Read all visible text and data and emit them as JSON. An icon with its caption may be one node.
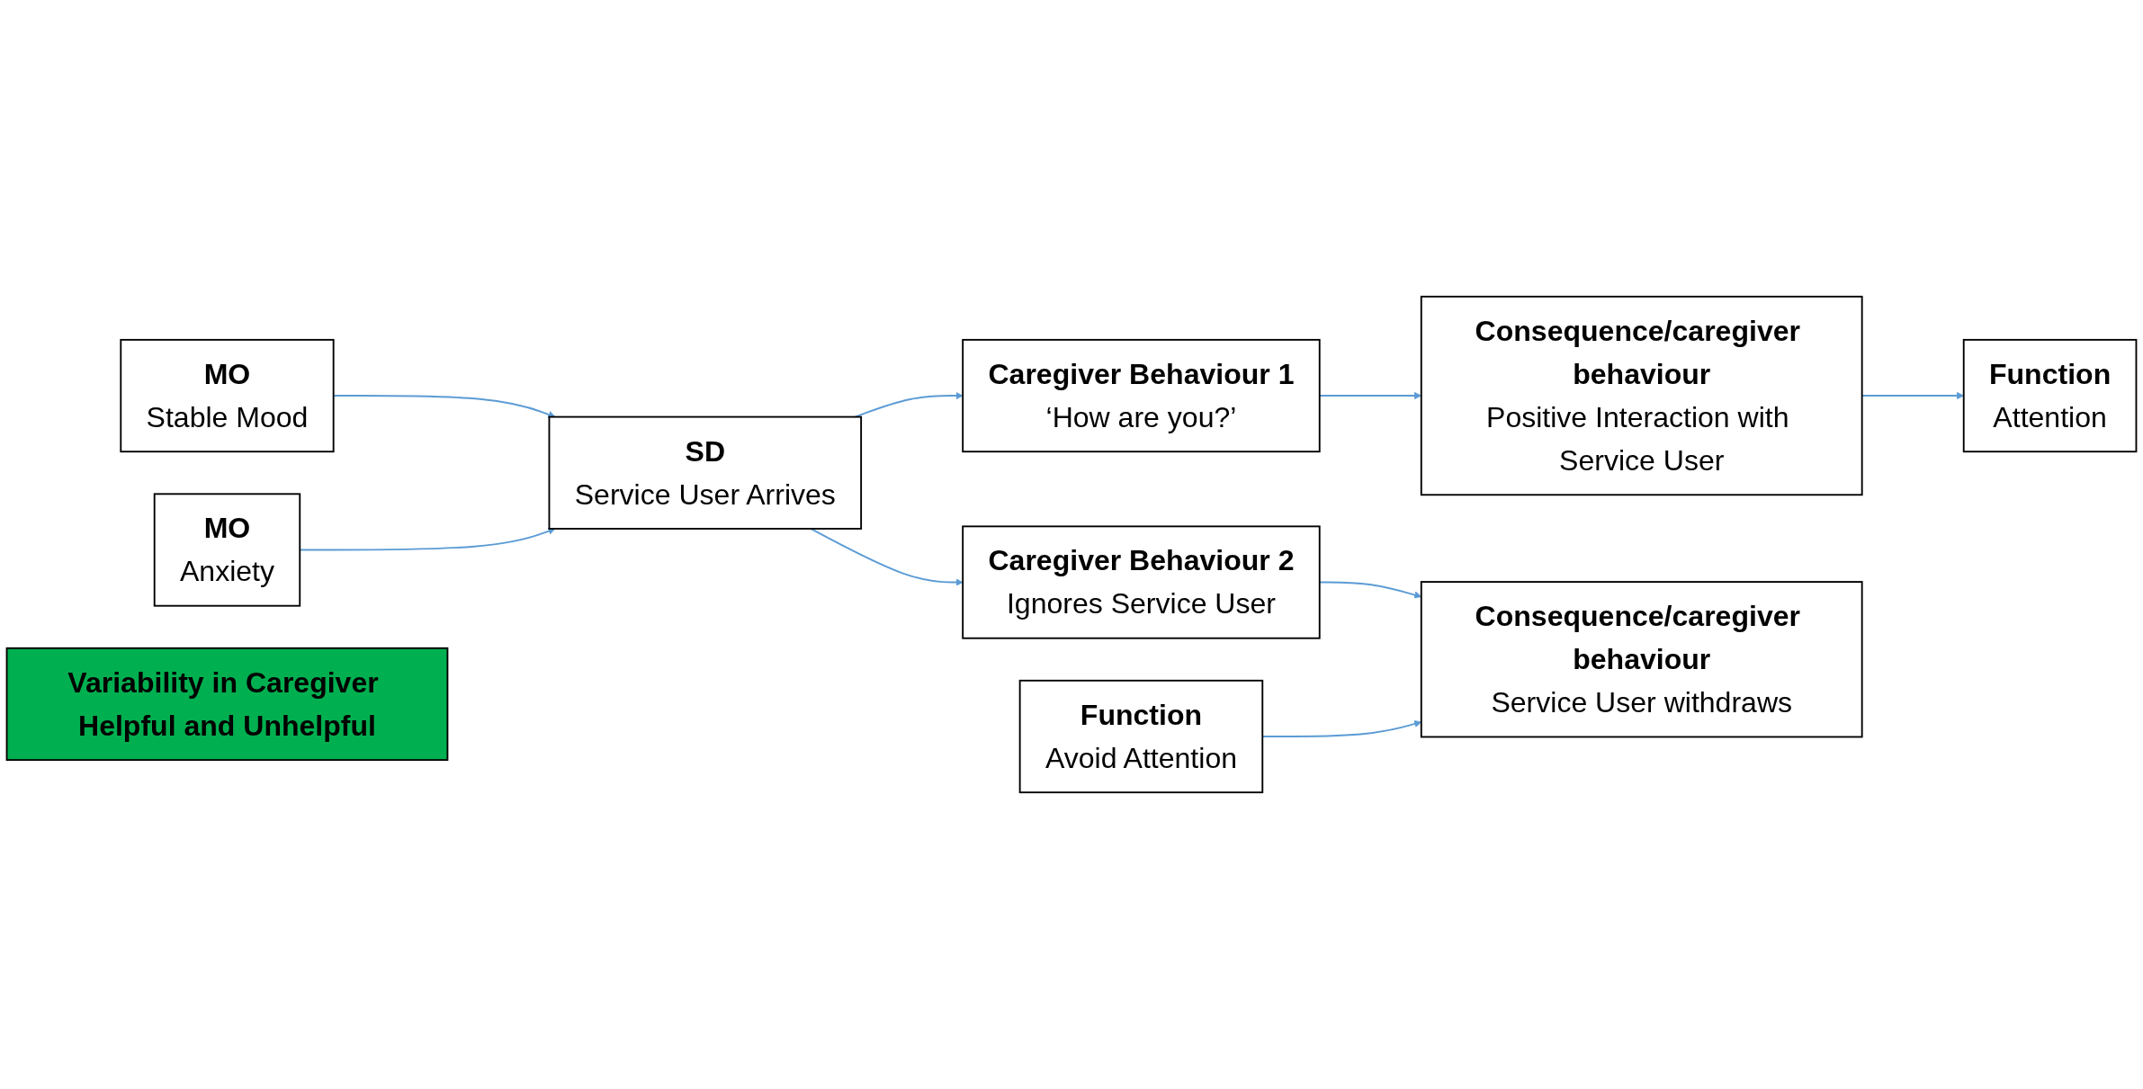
{
  "diagram": {
    "nodes": [
      {
        "text": [
          "MO",
          "Stable Mood"
        ]
      },
      {
        "text": [
          "MO",
          "Anxiety"
        ]
      },
      {
        "text": [
          "SD",
          "Service User Arrives"
        ]
      },
      {
        "text": [
          "Caregiver Behaviour 1",
          "‘How are you?’"
        ]
      },
      {
        "text": [
          "Caregiver Behaviour 2",
          "Ignores Service User"
        ]
      },
      {
        "text": [
          "Consequence/caregiver behaviour",
          "Positive Interaction with Service User"
        ]
      },
      {
        "text": [
          "Function",
          "Attention"
        ]
      },
      {
        "text": [
          "Consequence/caregiver behaviour",
          "Service User withdraws"
        ]
      },
      {
        "text": [
          "Function",
          "Avoid Attention"
        ]
      },
      {
        "text": [
          "Variability in Caregiver Helpful and Unhelpful"
        ]
      }
    ],
    "edges": [
      {
        "from": 0,
        "to": 2,
        "arrow": "to"
      },
      {
        "from": 1,
        "to": 2,
        "arrow": "to"
      },
      {
        "from": 2,
        "to": 3,
        "arrow": "to"
      },
      {
        "from": 2,
        "to": 4,
        "arrow": "to"
      },
      {
        "from": 3,
        "to": 5,
        "arrow": "to"
      },
      {
        "from": 5,
        "to": 6,
        "arrow": "to"
      },
      {
        "from": 4,
        "to": 7,
        "arrow": "to"
      },
      {
        "from": 8,
        "to": 7,
        "arrow": "to"
      }
    ]
  }
}
